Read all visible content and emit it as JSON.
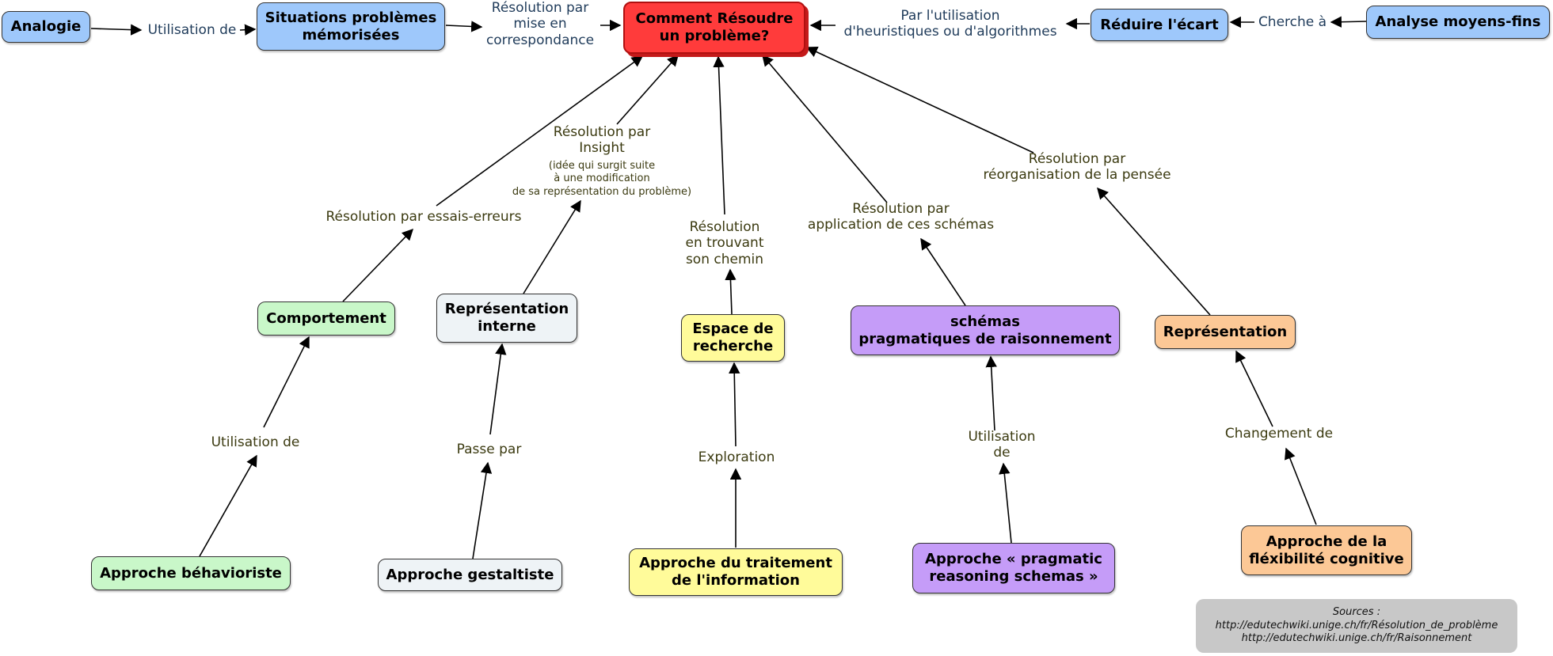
{
  "nodes": {
    "center": "Comment Résoudre\nun problème?",
    "analogie": "Analogie",
    "situations": "Situations problèmes\nmémorisées",
    "reduire": "Réduire l'écart",
    "analyse": "Analyse moyens-fins",
    "comportement": "Comportement",
    "representation_interne": "Représentation\ninterne",
    "espace": "Espace de\nrecherche",
    "schemas": "schémas\npragmatiques de raisonnement",
    "representation": "Représentation",
    "behavioriste": "Approche béhavioriste",
    "gestaltiste": "Approche gestaltiste",
    "traitement": "Approche du traitement\nde l'information",
    "pragmatic": "Approche « pragmatic\nreasoning schemas »",
    "flexibilite": "Approche de la\nfléxibilité cognitive"
  },
  "labels": {
    "utilisation_de_top": "Utilisation de",
    "resolution_correspondance": "Résolution par\nmise en\ncorrespondance",
    "par_utilisation": "Par l'utilisation\nd'heuristiques ou d'algorithmes",
    "cherche_a": "Cherche à",
    "essais_erreurs": "Résolution par essais-erreurs",
    "insight": "Résolution par\nInsight",
    "insight_note": "(idée qui surgit suite\nà une modification\nde sa représentation du problème)",
    "chemin": "Résolution\nen trouvant\nson chemin",
    "application": "Résolution par\napplication de ces schémas",
    "reorganisation": "Résolution par\nréorganisation de la pensée",
    "utilisation_de_low": "Utilisation de",
    "passe_par": "Passe par",
    "exploration": "Exploration",
    "utilisation_de_pragmatic": "Utilisation\nde",
    "changement_de": "Changement de"
  },
  "sources": "Sources :\nhttp://edutechwiki.unige.ch/fr/Résolution_de_problème\nhttp://edutechwiki.unige.ch/fr/Raisonnement",
  "colors": {
    "blue": "#9ec8fb",
    "red": "#ff3b3b",
    "green": "#c9f7c9",
    "gray": "#eef3f6",
    "yellow": "#fffb9a",
    "purple": "#c59cf8",
    "orange": "#fcc896"
  }
}
